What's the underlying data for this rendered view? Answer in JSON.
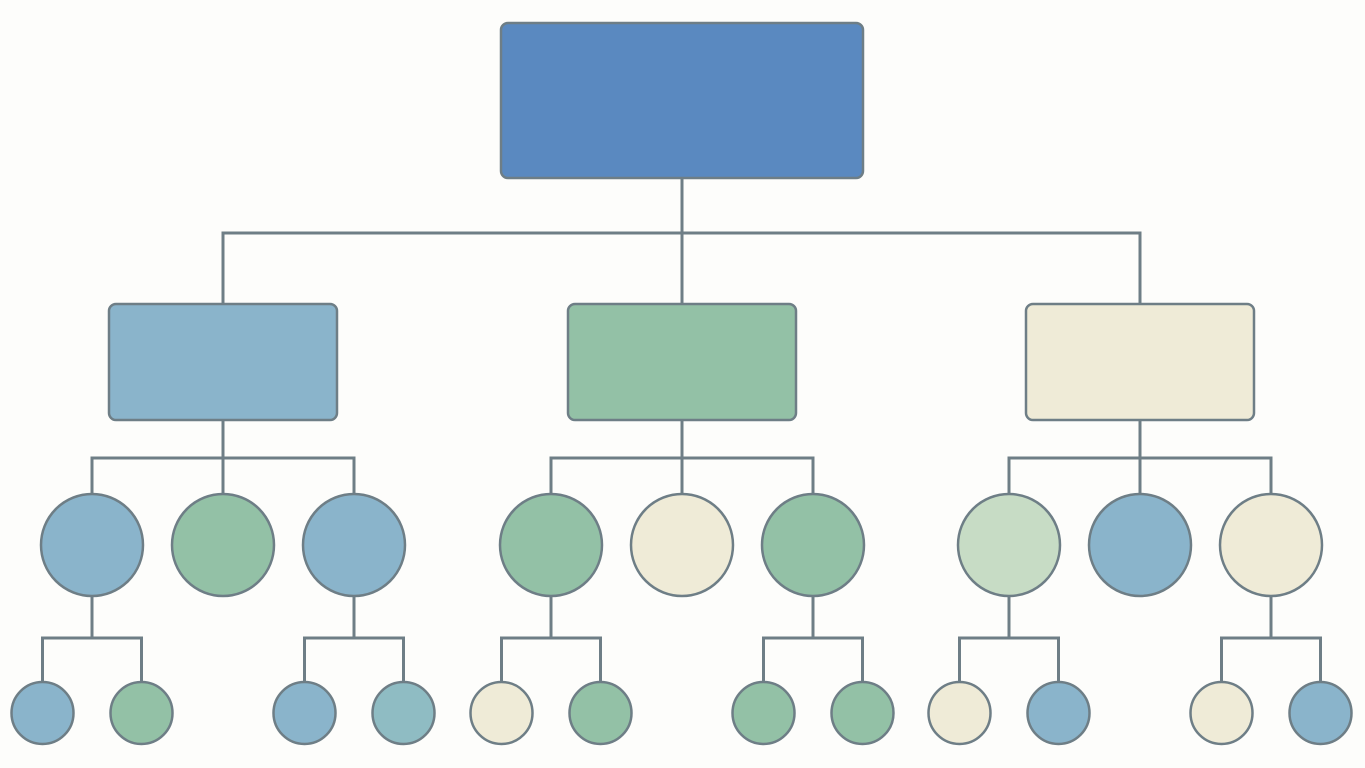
{
  "palette": {
    "stroke": "#6e7e86",
    "root": "#5a89c0",
    "blue": "#8ab4cb",
    "green": "#93c1a6",
    "cream": "#efebd7",
    "pale_green": "#c7dcc5",
    "teal": "#8fbcc3"
  },
  "diagram": {
    "root": {
      "shape": "rounded-rectangle",
      "color": "root",
      "label": "",
      "children": [
        {
          "shape": "rounded-rectangle",
          "color": "blue",
          "label": "",
          "children": [
            {
              "shape": "circle",
              "color": "blue",
              "children": [
                {
                  "shape": "circle",
                  "color": "blue"
                },
                {
                  "shape": "circle",
                  "color": "green"
                }
              ]
            },
            {
              "shape": "circle",
              "color": "green",
              "children": []
            },
            {
              "shape": "circle",
              "color": "blue",
              "children": [
                {
                  "shape": "circle",
                  "color": "blue"
                },
                {
                  "shape": "circle",
                  "color": "teal"
                }
              ]
            }
          ]
        },
        {
          "shape": "rounded-rectangle",
          "color": "green",
          "label": "",
          "children": [
            {
              "shape": "circle",
              "color": "green",
              "children": [
                {
                  "shape": "circle",
                  "color": "cream"
                },
                {
                  "shape": "circle",
                  "color": "green"
                }
              ]
            },
            {
              "shape": "circle",
              "color": "cream",
              "children": []
            },
            {
              "shape": "circle",
              "color": "green",
              "children": [
                {
                  "shape": "circle",
                  "color": "green"
                },
                {
                  "shape": "circle",
                  "color": "green"
                }
              ]
            }
          ]
        },
        {
          "shape": "rounded-rectangle",
          "color": "cream",
          "label": "",
          "children": [
            {
              "shape": "circle",
              "color": "pale_green",
              "children": [
                {
                  "shape": "circle",
                  "color": "cream"
                },
                {
                  "shape": "circle",
                  "color": "blue"
                }
              ]
            },
            {
              "shape": "circle",
              "color": "blue",
              "children": []
            },
            {
              "shape": "circle",
              "color": "cream",
              "children": [
                {
                  "shape": "circle",
                  "color": "cream"
                },
                {
                  "shape": "circle",
                  "color": "blue"
                }
              ]
            }
          ]
        }
      ]
    }
  }
}
